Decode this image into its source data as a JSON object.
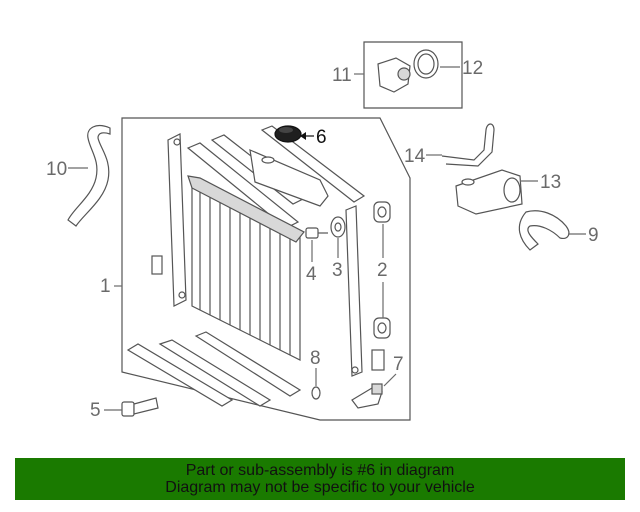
{
  "callouts": {
    "c1": "1",
    "c2": "2",
    "c3": "3",
    "c4": "4",
    "c5": "5",
    "c6": "6",
    "c7": "7",
    "c8": "8",
    "c9": "9",
    "c10": "10",
    "c11": "11",
    "c12": "12",
    "c13": "13",
    "c14": "14"
  },
  "highlighted_part": "6",
  "banner": {
    "line1": "Part or sub-assembly is #6 in diagram",
    "line2": "Diagram may not be specific to your vehicle",
    "background": "#1a7a00"
  }
}
